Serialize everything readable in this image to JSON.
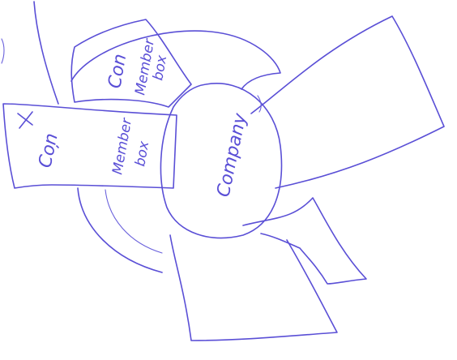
{
  "canvas": {
    "background": "#ffffff",
    "ink_color": "#5a4fd6"
  },
  "labels": {
    "center_box": "Company",
    "top_box_line1": "Con",
    "top_box_line2": "Member",
    "top_box_line3": "box",
    "left_box_line1": "Con",
    "left_box_line2": "Member",
    "left_box_line3": "box"
  }
}
